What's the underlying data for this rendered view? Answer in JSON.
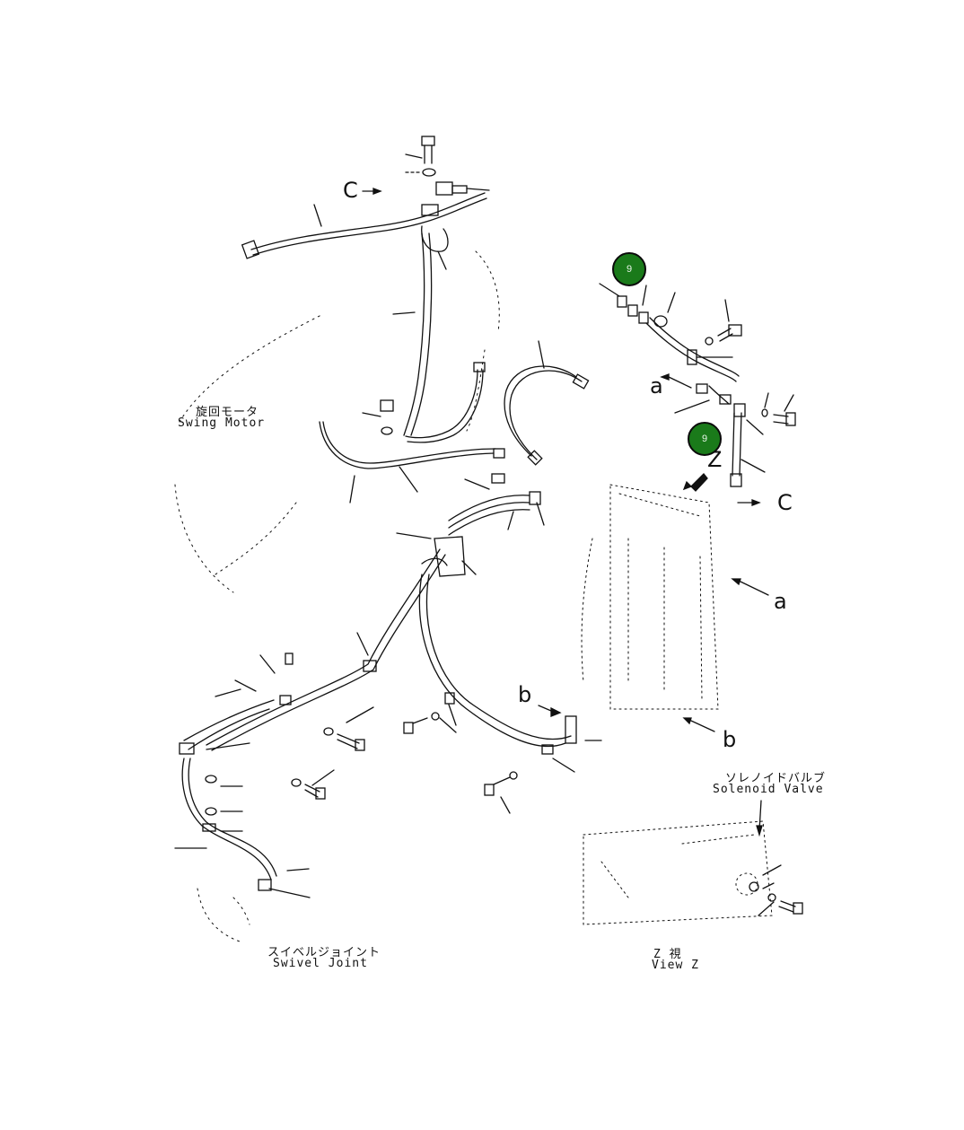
{
  "callouts": {
    "c_top": "C",
    "c_right": "C",
    "a_top": "a",
    "a_right": "a",
    "b_left": "b",
    "b_right": "b",
    "z": "Z"
  },
  "badges": {
    "top": "9",
    "bottom": "9",
    "color": "#1a7a1a"
  },
  "labels": {
    "swing_motor_jp": "旋回モータ",
    "swing_motor_en": "Swing Motor",
    "swivel_joint_jp": "スイベルジョイント",
    "swivel_joint_en": "Swivel Joint",
    "solenoid_valve_jp": "ソレノイドバルブ",
    "solenoid_valve_en": "Solenoid Valve",
    "view_z_jp": "Z 視",
    "view_z_en": "View Z"
  }
}
